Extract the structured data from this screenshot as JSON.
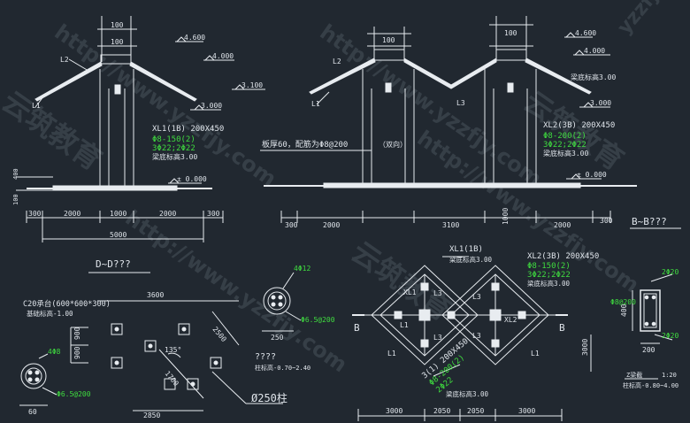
{
  "colors": {
    "background": "#212830",
    "line": "#e8ecf0",
    "text": "#dfe4ea",
    "green": "#3fdc3f",
    "watermark": "#6f7a85"
  },
  "watermark": {
    "url": "http://www.yzzfjy.com",
    "brand": "云筑教育",
    "corner": "yzzfjy"
  },
  "elev_left": {
    "dims_top": [
      "100",
      "100"
    ],
    "levels": [
      "4.600",
      "4.000",
      "3.100",
      "3.000",
      "± 0.000"
    ],
    "labels": [
      "L2",
      "L1"
    ],
    "beam_name": "XL1(1B)  200X450",
    "beam_rebar1": "Φ8-150(2)",
    "beam_rebar2": "3Φ22;2Φ22",
    "beam_elev": "梁底标高3.00",
    "left_dims": [
      "400",
      "100"
    ],
    "bottom_dims": [
      "300",
      "2000",
      "1000",
      "2000",
      "300"
    ],
    "total": "5000",
    "section_label": "D~D???"
  },
  "elev_right": {
    "dims_top": [
      "100",
      "100"
    ],
    "levels": [
      "4.600",
      "4.000",
      "3.000",
      "± 0.000"
    ],
    "labels": [
      "L2",
      "L1",
      "L3"
    ],
    "slab_note": "板厚60，配筋为Φ8@200",
    "slab_note_suffix": "（双向）",
    "beam_name": "XL2(3B)  200X450",
    "beam_rebar1": "Φ8-200(2)",
    "beam_rebar2": "3Φ22;2Φ22",
    "beam_elev": "梁底标高3.00",
    "beam_elev2": "梁底标高3.00",
    "bottom_dims": [
      "300",
      "2000",
      "3100",
      "1000",
      "2000",
      "300"
    ],
    "section_label": "B~B???"
  },
  "foundation": {
    "title": "C20承台(600*600*300)",
    "subtitle": "基础标高-1.00",
    "dims": [
      "3600",
      "2500",
      "900",
      "900",
      "1700",
      "2850"
    ],
    "angle": "135°",
    "column": "Ø250柱",
    "detail_rebar": "4Φ8",
    "detail_stirrup": "Φ6.5@200",
    "detail_dim": "60"
  },
  "column_detail": {
    "rebar": "4Φ12",
    "stirrup": "Φ6.5@200",
    "dim": "250",
    "title": "????",
    "elev": "柱标高-0.70~2.40"
  },
  "roof_plan": {
    "beam1": "XL1(1B)",
    "beam1_elev": "梁底标高3.00",
    "beam2": "XL2(3B) 200X450",
    "beam2_rebar1": "Φ8-150(2)",
    "beam2_rebar2": "3Φ22;2Φ22",
    "beam2_elev": "梁底标高3.00",
    "beam3": "3(1) 200X450",
    "beam3_rebar1": "Φ8-200(2)",
    "beam3_rebar2": "2Φ22",
    "beam3_elev": "梁底标高3.00",
    "labels": [
      "XL1",
      "L3",
      "L3",
      "L1",
      "L1",
      "L3",
      "L3",
      "L1",
      "XL2"
    ],
    "section_marks": [
      "B",
      "B"
    ],
    "bottom_dims": [
      "3000",
      "2050",
      "2050",
      "3000"
    ]
  },
  "beam_section": {
    "top_rebar": "2Φ20",
    "stirrup": "Φ8@200",
    "bottom_rebar": "2Φ20",
    "height": "400",
    "width": "200",
    "title": "Z梁截",
    "scale": "1:20",
    "elev": "柱标高-0.80~4.00",
    "left_dim": "3000"
  }
}
